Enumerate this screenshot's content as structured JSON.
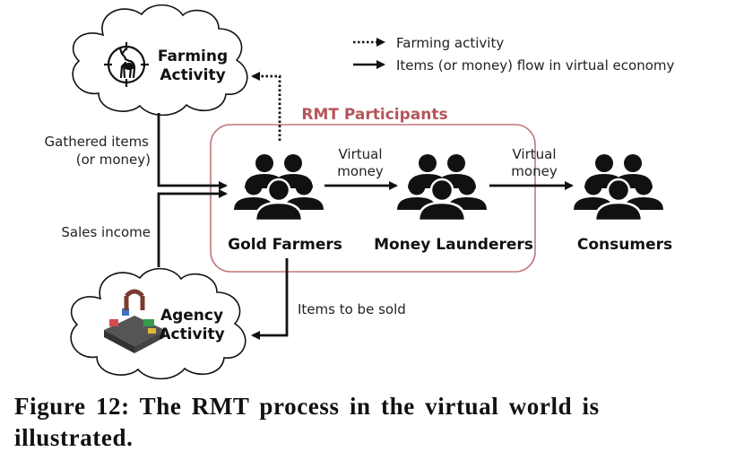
{
  "legend": {
    "farming_label": "Farming activity",
    "flow_label": "Items (or money) flow in virtual economy"
  },
  "group": {
    "title": "RMT Participants"
  },
  "clouds": {
    "farming_line1": "Farming",
    "farming_line2": "Activity",
    "agency_line1": "Agency",
    "agency_line2": "Activity"
  },
  "nodes": {
    "gold_farmers": "Gold Farmers",
    "money_launderers": "Money Launderers",
    "consumers": "Consumers"
  },
  "edges": {
    "gathered_line1": "Gathered items",
    "gathered_line2": "(or money)",
    "sales_income": "Sales income",
    "virtual_money_1_line1": "Virtual",
    "virtual_money_1_line2": "money",
    "virtual_money_2_line1": "Virtual",
    "virtual_money_2_line2": "money",
    "items_to_be_sold": "Items to be sold"
  },
  "caption": "Figure 12: The RMT process in the virtual world is illustrated.",
  "colors": {
    "group_border": "#c0787c",
    "group_title": "#b5555a",
    "ink": "#111111"
  }
}
